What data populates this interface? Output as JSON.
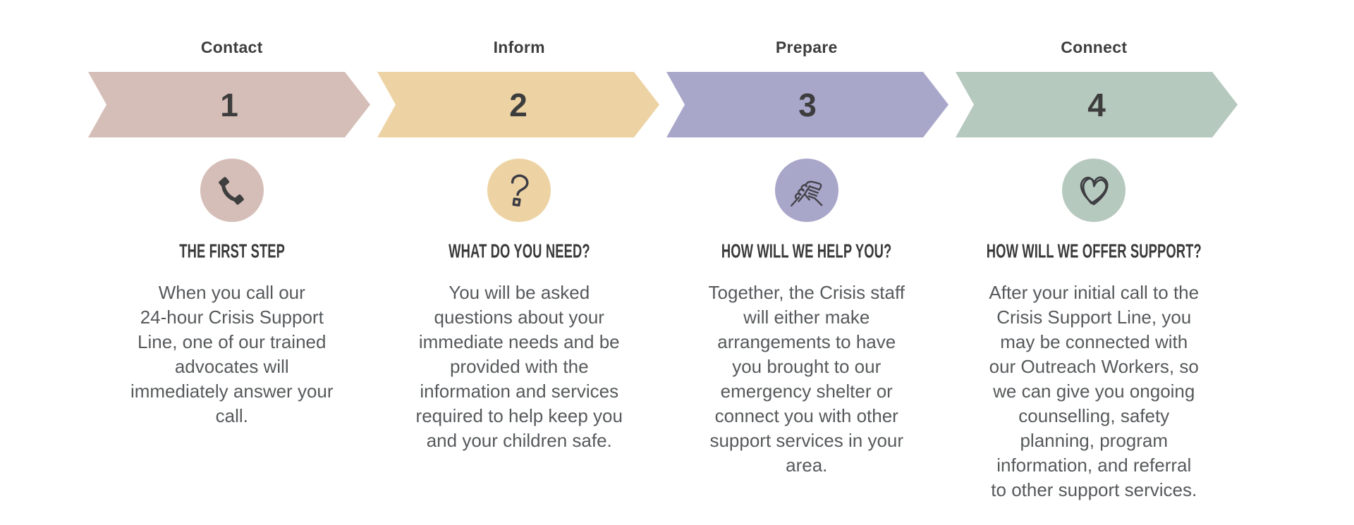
{
  "diagram_title": "crisis-support-4-step-process",
  "text_colors": {
    "label": "#3e3e3e",
    "number": "#3d3d3d",
    "heading": "#3a3a3a",
    "body": "#56595b"
  },
  "steps": [
    {
      "label": "Contact",
      "number": "1",
      "color": "#d5beb7",
      "icon": "phone-icon",
      "heading": "THE FIRST STEP",
      "body": "When you call our\n24-hour Crisis Support\nLine, one of our trained\nadvocates will\nimmediately answer your\ncall."
    },
    {
      "label": "Inform",
      "number": "2",
      "color": "#edd3a4",
      "icon": "question-mark-icon",
      "heading": "WHAT DO YOU NEED?",
      "body": "You will be asked\nquestions about your\nimmediate needs and be\nprovided with the\ninformation and services\nrequired to help keep you\nand your children safe."
    },
    {
      "label": "Prepare",
      "number": "3",
      "color": "#a8a7ca",
      "icon": "clasped-hands-icon",
      "heading": "HOW WILL WE HELP YOU?",
      "body": "Together, the Crisis staff\nwill either make\narrangements to have\nyou brought to our\nemergency shelter or\nconnect you with other\nsupport services in your\narea."
    },
    {
      "label": "Connect",
      "number": "4",
      "color": "#b6c9be",
      "icon": "heart-icon",
      "heading": "HOW WILL WE OFFER SUPPORT?",
      "body": "After your initial call to the\nCrisis Support Line, you\nmay be connected with\nour Outreach Workers, so\nwe can give you ongoing\ncounselling, safety\nplanning, program\ninformation, and referral\nto other support services."
    }
  ]
}
